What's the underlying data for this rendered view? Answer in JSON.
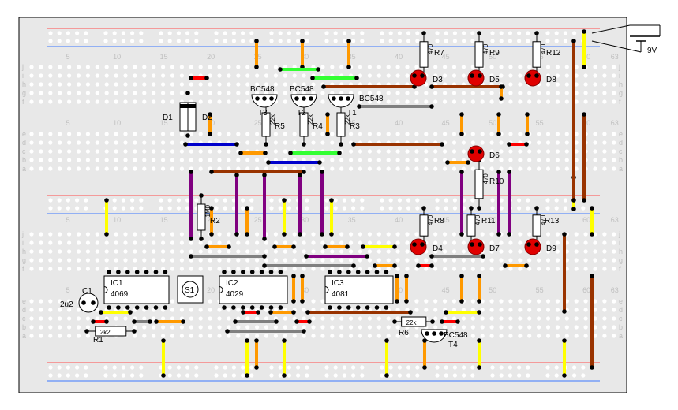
{
  "colors": {
    "board": "#e8e8e8",
    "rail_red": "#ff4b4b",
    "rail_blue": "#3c78ff",
    "hole": "#ffffff",
    "pin": "#000000",
    "orange": "#ff9900",
    "yellow": "#ffff00",
    "red": "#ff0000",
    "green": "#33ff33",
    "blue": "#0000cc",
    "brown": "#993300",
    "purple": "#800080",
    "gray": "#808080",
    "led": "#e00000"
  },
  "column_numbers": [
    "5",
    "10",
    "15",
    "20",
    "25",
    "30",
    "35",
    "40",
    "45",
    "50",
    "55",
    "60",
    "63"
  ],
  "row_letters_top": [
    "j",
    "i",
    "h",
    "g",
    "f"
  ],
  "row_letters_bottom": [
    "e",
    "d",
    "c",
    "b",
    "a"
  ],
  "battery": {
    "label": "9V"
  },
  "resistors": [
    {
      "ref": "R7",
      "value": "470"
    },
    {
      "ref": "R9",
      "value": "470"
    },
    {
      "ref": "R12",
      "value": "470"
    },
    {
      "ref": "R5",
      "value": "22k"
    },
    {
      "ref": "R4",
      "value": "22k"
    },
    {
      "ref": "R3",
      "value": "22k"
    },
    {
      "ref": "R10",
      "value": "470"
    },
    {
      "ref": "R2",
      "value": "1M0"
    },
    {
      "ref": "R8",
      "value": "470"
    },
    {
      "ref": "R11",
      "value": "470"
    },
    {
      "ref": "R13",
      "value": "470"
    },
    {
      "ref": "R1",
      "value": "2k2"
    },
    {
      "ref": "R6",
      "value": "22k"
    }
  ],
  "leds": [
    "D3",
    "D5",
    "D8",
    "D6",
    "D4",
    "D7",
    "D9"
  ],
  "diodes": [
    "D1",
    "D2"
  ],
  "transistors": [
    {
      "ref": "T3",
      "type": "BC548"
    },
    {
      "ref": "T2",
      "type": "BC548"
    },
    {
      "ref": "T1",
      "type": "BC548"
    },
    {
      "ref": "T4",
      "type": "BC548"
    }
  ],
  "ics": [
    {
      "ref": "IC1",
      "part": "4069"
    },
    {
      "ref": "IC2",
      "part": "4029"
    },
    {
      "ref": "IC3",
      "part": "4081"
    }
  ],
  "switch": {
    "ref": "S1"
  },
  "capacitor": {
    "ref": "C1",
    "value": "2u2"
  }
}
